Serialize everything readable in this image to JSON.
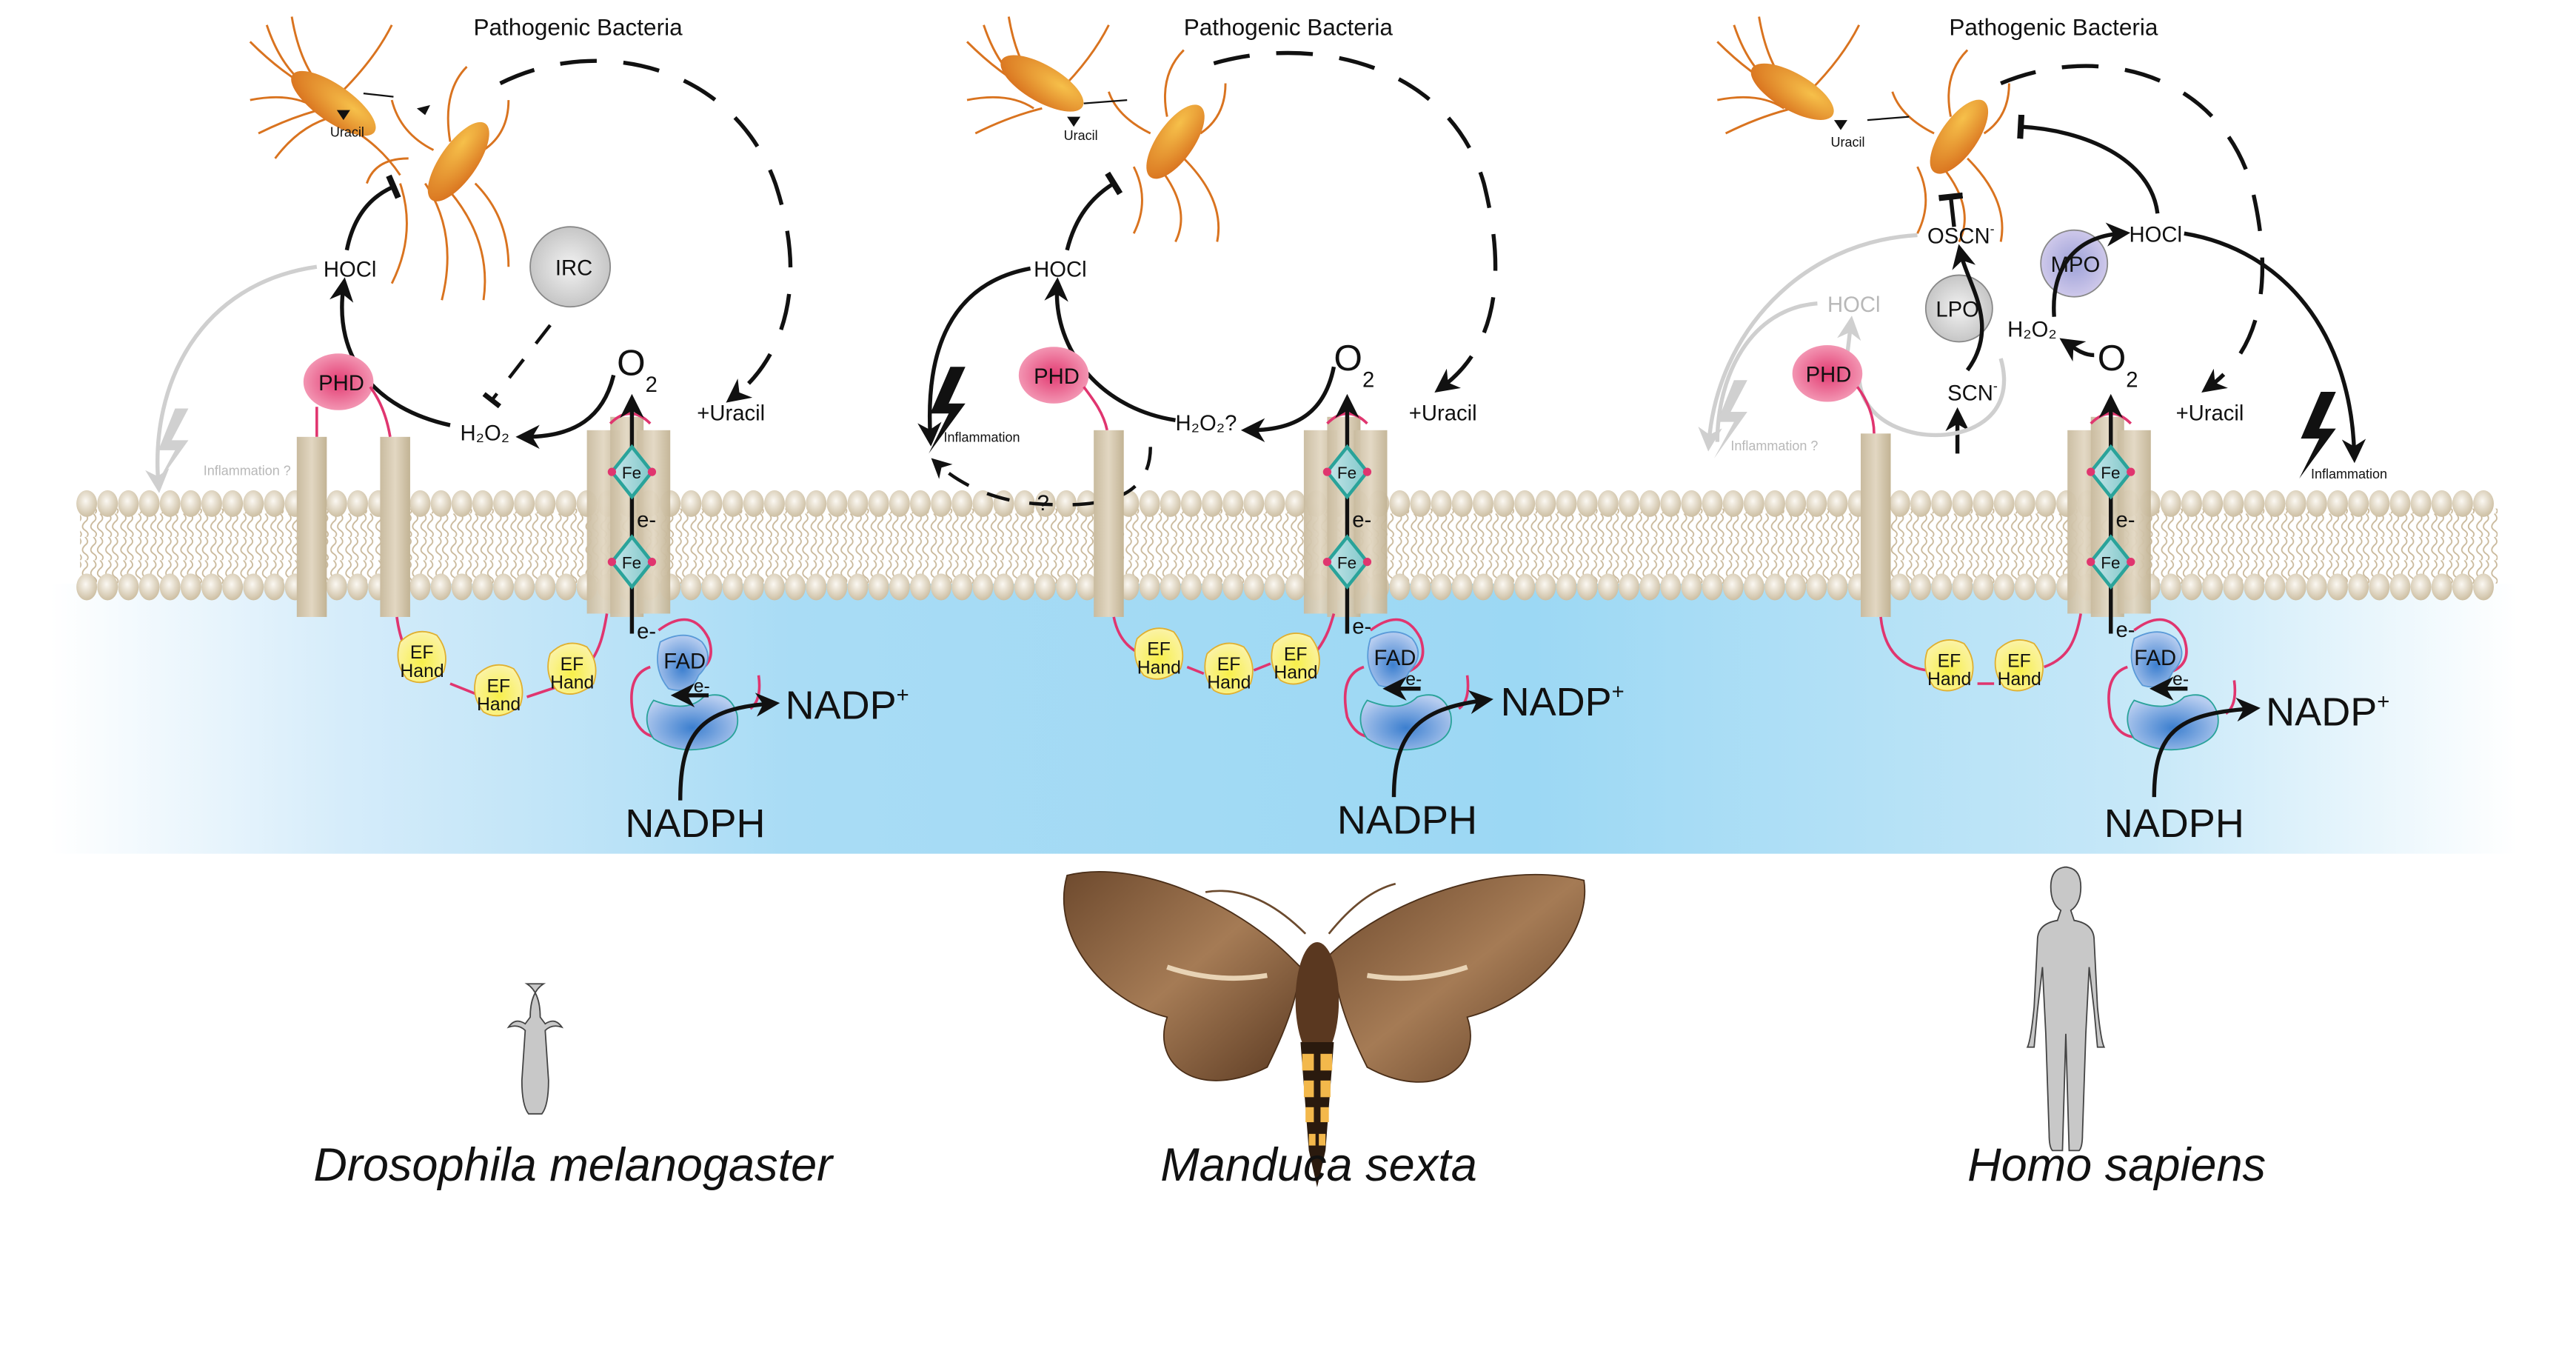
{
  "figure": {
    "panels": [
      {
        "id": "drosophila",
        "header": "Pathogenic Bacteria",
        "uracil_label": "Uracil",
        "hocl": "HOCl",
        "irc": "IRC",
        "phd": "PHD",
        "h2o2": "H₂O₂",
        "o2": "O",
        "o2_sub": "2",
        "plus_uracil": "+Uracil",
        "inflammation": "Inflammation ?",
        "fe": [
          "Fe",
          "Fe"
        ],
        "electron": "e-",
        "ef_hands": [
          [
            "EF",
            "Hand"
          ],
          [
            "EF",
            "Hand"
          ],
          [
            "EF",
            "Hand"
          ]
        ],
        "fad": "FAD",
        "nadp": "NADP",
        "nadp_sup": "+",
        "nadph": "NADPH",
        "species": "Drosophila melanogaster"
      },
      {
        "id": "manduca",
        "header": "Pathogenic Bacteria",
        "uracil_label": "Uracil",
        "hocl": "HOCl",
        "phd": "PHD",
        "h2o2": "H₂O₂?",
        "o2": "O",
        "o2_sub": "2",
        "plus_uracil": "+Uracil",
        "inflammation": "Inflammation",
        "question": "?",
        "fe": [
          "Fe",
          "Fe"
        ],
        "electron": "e-",
        "ef_hands": [
          [
            "EF",
            "Hand"
          ],
          [
            "EF",
            "Hand"
          ],
          [
            "EF",
            "Hand"
          ]
        ],
        "fad": "FAD",
        "nadp": "NADP",
        "nadp_sup": "+",
        "nadph": "NADPH",
        "species": "Manduca sexta"
      },
      {
        "id": "homo",
        "header": "Pathogenic Bacteria",
        "uracil_label": "Uracil",
        "oscn": "OSCN",
        "oscn_sup": "-",
        "hocl": "HOCl",
        "hocl_grey": "HOCl",
        "mpo": "MPO",
        "lpo": "LPO",
        "phd": "PHD",
        "h2o2": "H₂O₂",
        "scn": "SCN",
        "scn_sup": "-",
        "o2": "O",
        "o2_sub": "2",
        "plus_uracil": "+Uracil",
        "inflammation": "Inflammation",
        "inflammation_grey": "Inflammation ?",
        "fe": [
          "Fe",
          "Fe"
        ],
        "electron": "e-",
        "ef_hands": [
          [
            "EF",
            "Hand"
          ],
          [
            "EF",
            "Hand"
          ]
        ],
        "fad": "FAD",
        "nadp": "NADP",
        "nadp_sup": "+",
        "nadph": "NADPH",
        "species": "Homo sapiens"
      }
    ],
    "colors": {
      "bacteria": "#e07a25",
      "membrane": "#d8cbb3",
      "cytoplasm": "#9fd8f4",
      "phd": "#e8557f",
      "ef_hand": "#f6ee7a",
      "fad": "#6f9fd8",
      "fe_diamond": "#2aa39a",
      "linker": "#e0356f",
      "irc": "#c8c8c8",
      "mpo": "#b4b6e0",
      "inactive": "#c8c8c8"
    }
  }
}
